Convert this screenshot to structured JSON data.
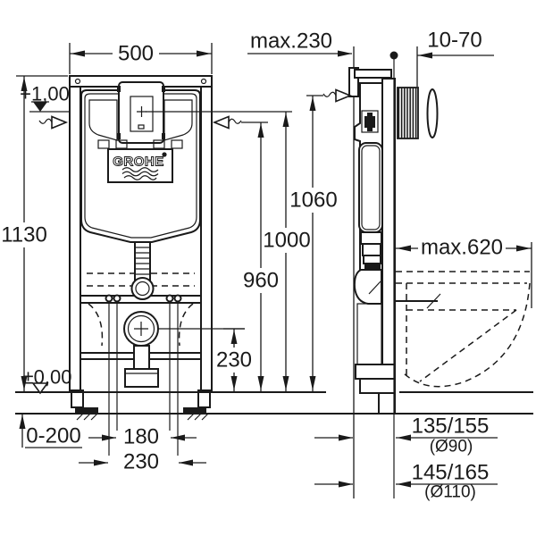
{
  "drawing": {
    "brand_logo": "GROHE",
    "front_view": {
      "width": "500",
      "overall_height": "1130",
      "level_upper": "+1,00",
      "level_floor": "±0,00",
      "foot_adjustment": "0-200",
      "bolt_spacing_narrow": "180",
      "bolt_spacing_wide": "230",
      "outlet_center_height": "230"
    },
    "side_view": {
      "max_depth_top": "max.230",
      "wall_finish_range": "10-70",
      "height_bracket": "1060",
      "height_datum": "1000",
      "height_flush_bend": "960",
      "max_horizontal": "max.620",
      "outlet_distance_d90": "135/155",
      "outlet_diameter_90": "(Ø90)",
      "outlet_distance_d110": "145/165",
      "outlet_diameter_110": "(Ø110)"
    }
  }
}
